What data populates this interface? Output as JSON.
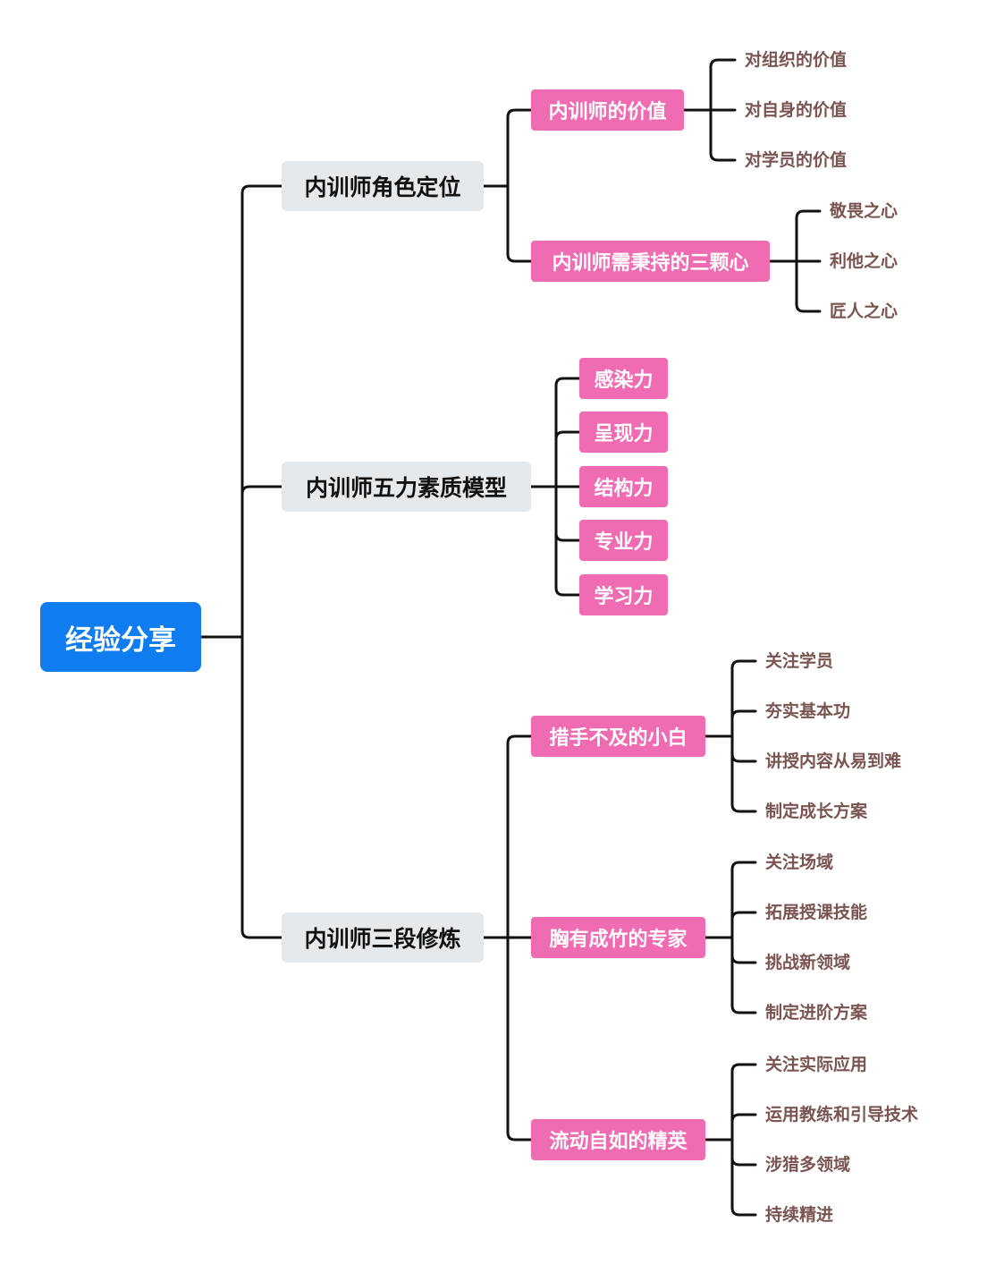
{
  "root": {
    "label": "经验分享",
    "color": "#0f7cf0"
  },
  "level1": [
    {
      "label": "内训师角色定位"
    },
    {
      "label": "内训师五力素质模型"
    },
    {
      "label": "内训师三段修炼"
    }
  ],
  "level2": {
    "role": [
      {
        "label": "内训师的价值",
        "leaves": [
          "对组织的价值",
          "对自身的价值",
          "对学员的价值"
        ]
      },
      {
        "label": "内训师需秉持的三颗心",
        "leaves": [
          "敬畏之心",
          "利他之心",
          "匠人之心"
        ]
      }
    ],
    "model": [
      "感染力",
      "呈现力",
      "结构力",
      "专业力",
      "学习力"
    ],
    "stages": [
      {
        "label": "措手不及的小白",
        "leaves": [
          "关注学员",
          "夯实基本功",
          "讲授内容从易到难",
          "制定成长方案"
        ]
      },
      {
        "label": "胸有成竹的专家",
        "leaves": [
          "关注场域",
          "拓展授课技能",
          "挑战新领域",
          "制定进阶方案"
        ]
      },
      {
        "label": "流动自如的精英",
        "leaves": [
          "关注实际应用",
          "运用教练和引导技术",
          "涉猎多领域",
          "持续精进"
        ]
      }
    ]
  },
  "colors": {
    "line": "#111111",
    "level1_bg": "#e6e9ec",
    "level2_bg": "#f06cb2",
    "leaf_text": "#7a5450"
  }
}
